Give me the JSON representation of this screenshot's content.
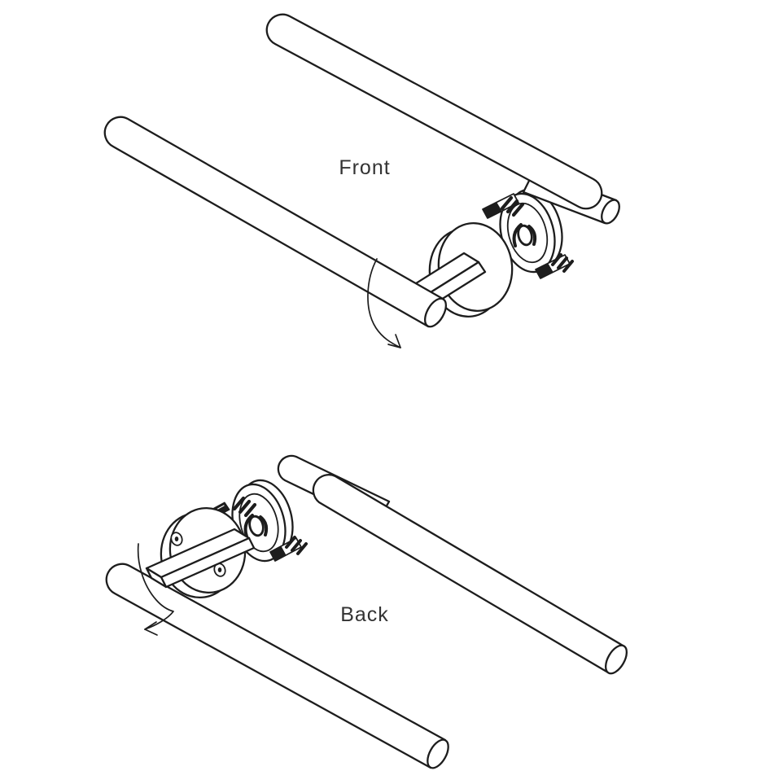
{
  "canvas": {
    "background": "#ffffff",
    "line_color": "#1d1d1d",
    "label_color": "#333333"
  },
  "views": [
    {
      "id": "front",
      "label": "Front",
      "arrow_direction": "rotates-downward"
    },
    {
      "id": "back",
      "label": "Back",
      "arrow_direction": "rotates-downward"
    }
  ],
  "parts": [
    "handle-bar",
    "mounting-rose-disc",
    "fixing-ring",
    "spring-pack",
    "square-spindle",
    "mount-rod",
    "screw-hole",
    "rotation-arrow"
  ]
}
